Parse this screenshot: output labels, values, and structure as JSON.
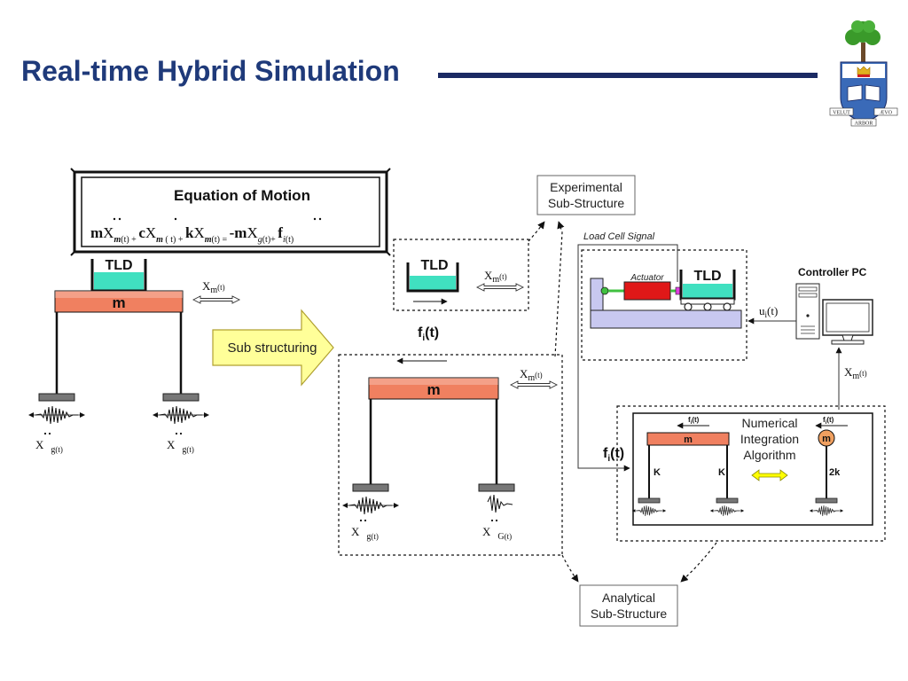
{
  "slide": {
    "title": "Real-time Hybrid Simulation"
  },
  "logo": {
    "left_scroll": "VELUT",
    "right_scroll": "ÆVO",
    "bottom_scroll": "ARBOR"
  },
  "equation": {
    "heading": "Equation of Motion",
    "t_m": "m",
    "t_X1": "X",
    "t_sub1": "m",
    "t_arg1": "(t) + ",
    "t_c": "c",
    "t_X2": "X",
    "t_sub2": "m",
    "t_arg2": " ( t) + ",
    "t_k": "k",
    "t_X3": "X",
    "t_sub3": "m",
    "t_arg3": "(t) = ",
    "t_neg": "-m",
    "t_X4": "X",
    "t_sub4": "g",
    "t_arg4": "(t)+ ",
    "t_f": "f",
    "t_sub5": "i",
    "t_arg5": "(t)"
  },
  "labels": {
    "tld": "TLD",
    "mass": "m",
    "sub_structuring": "Sub structuring",
    "experimental_1": "Experimental",
    "experimental_2": "Sub-Structure",
    "analytical_1": "Analytical",
    "analytical_2": "Sub-Structure",
    "load_cell": "Load Cell Signal",
    "actuator": "Actuator",
    "controller_pc": "Controller PC",
    "numerical_1": "Numerical",
    "numerical_2": "Integration",
    "numerical_3": "Algorithm",
    "k": "K",
    "two_k": "2k",
    "X": "X",
    "x_sub_m": "m",
    "x_arg": "(t)",
    "g_sub": "g",
    "G_sub": "G",
    "f": "f",
    "f_sub": "i",
    "f_arg": "(t)",
    "u": "u",
    "u_sub": "i",
    "u_arg": "(t)"
  },
  "colors": {
    "title": "#1f3a7a",
    "rule": "#1b2a63",
    "mass_fill": "#f08060",
    "water": "#40e0c0",
    "arrow_yellow": "#ffff99",
    "actuator_red": "#e01818",
    "platform": "#c8c8f0",
    "leaf_green": "#3a9a2a",
    "crest_blue": "#3a6ab8"
  }
}
